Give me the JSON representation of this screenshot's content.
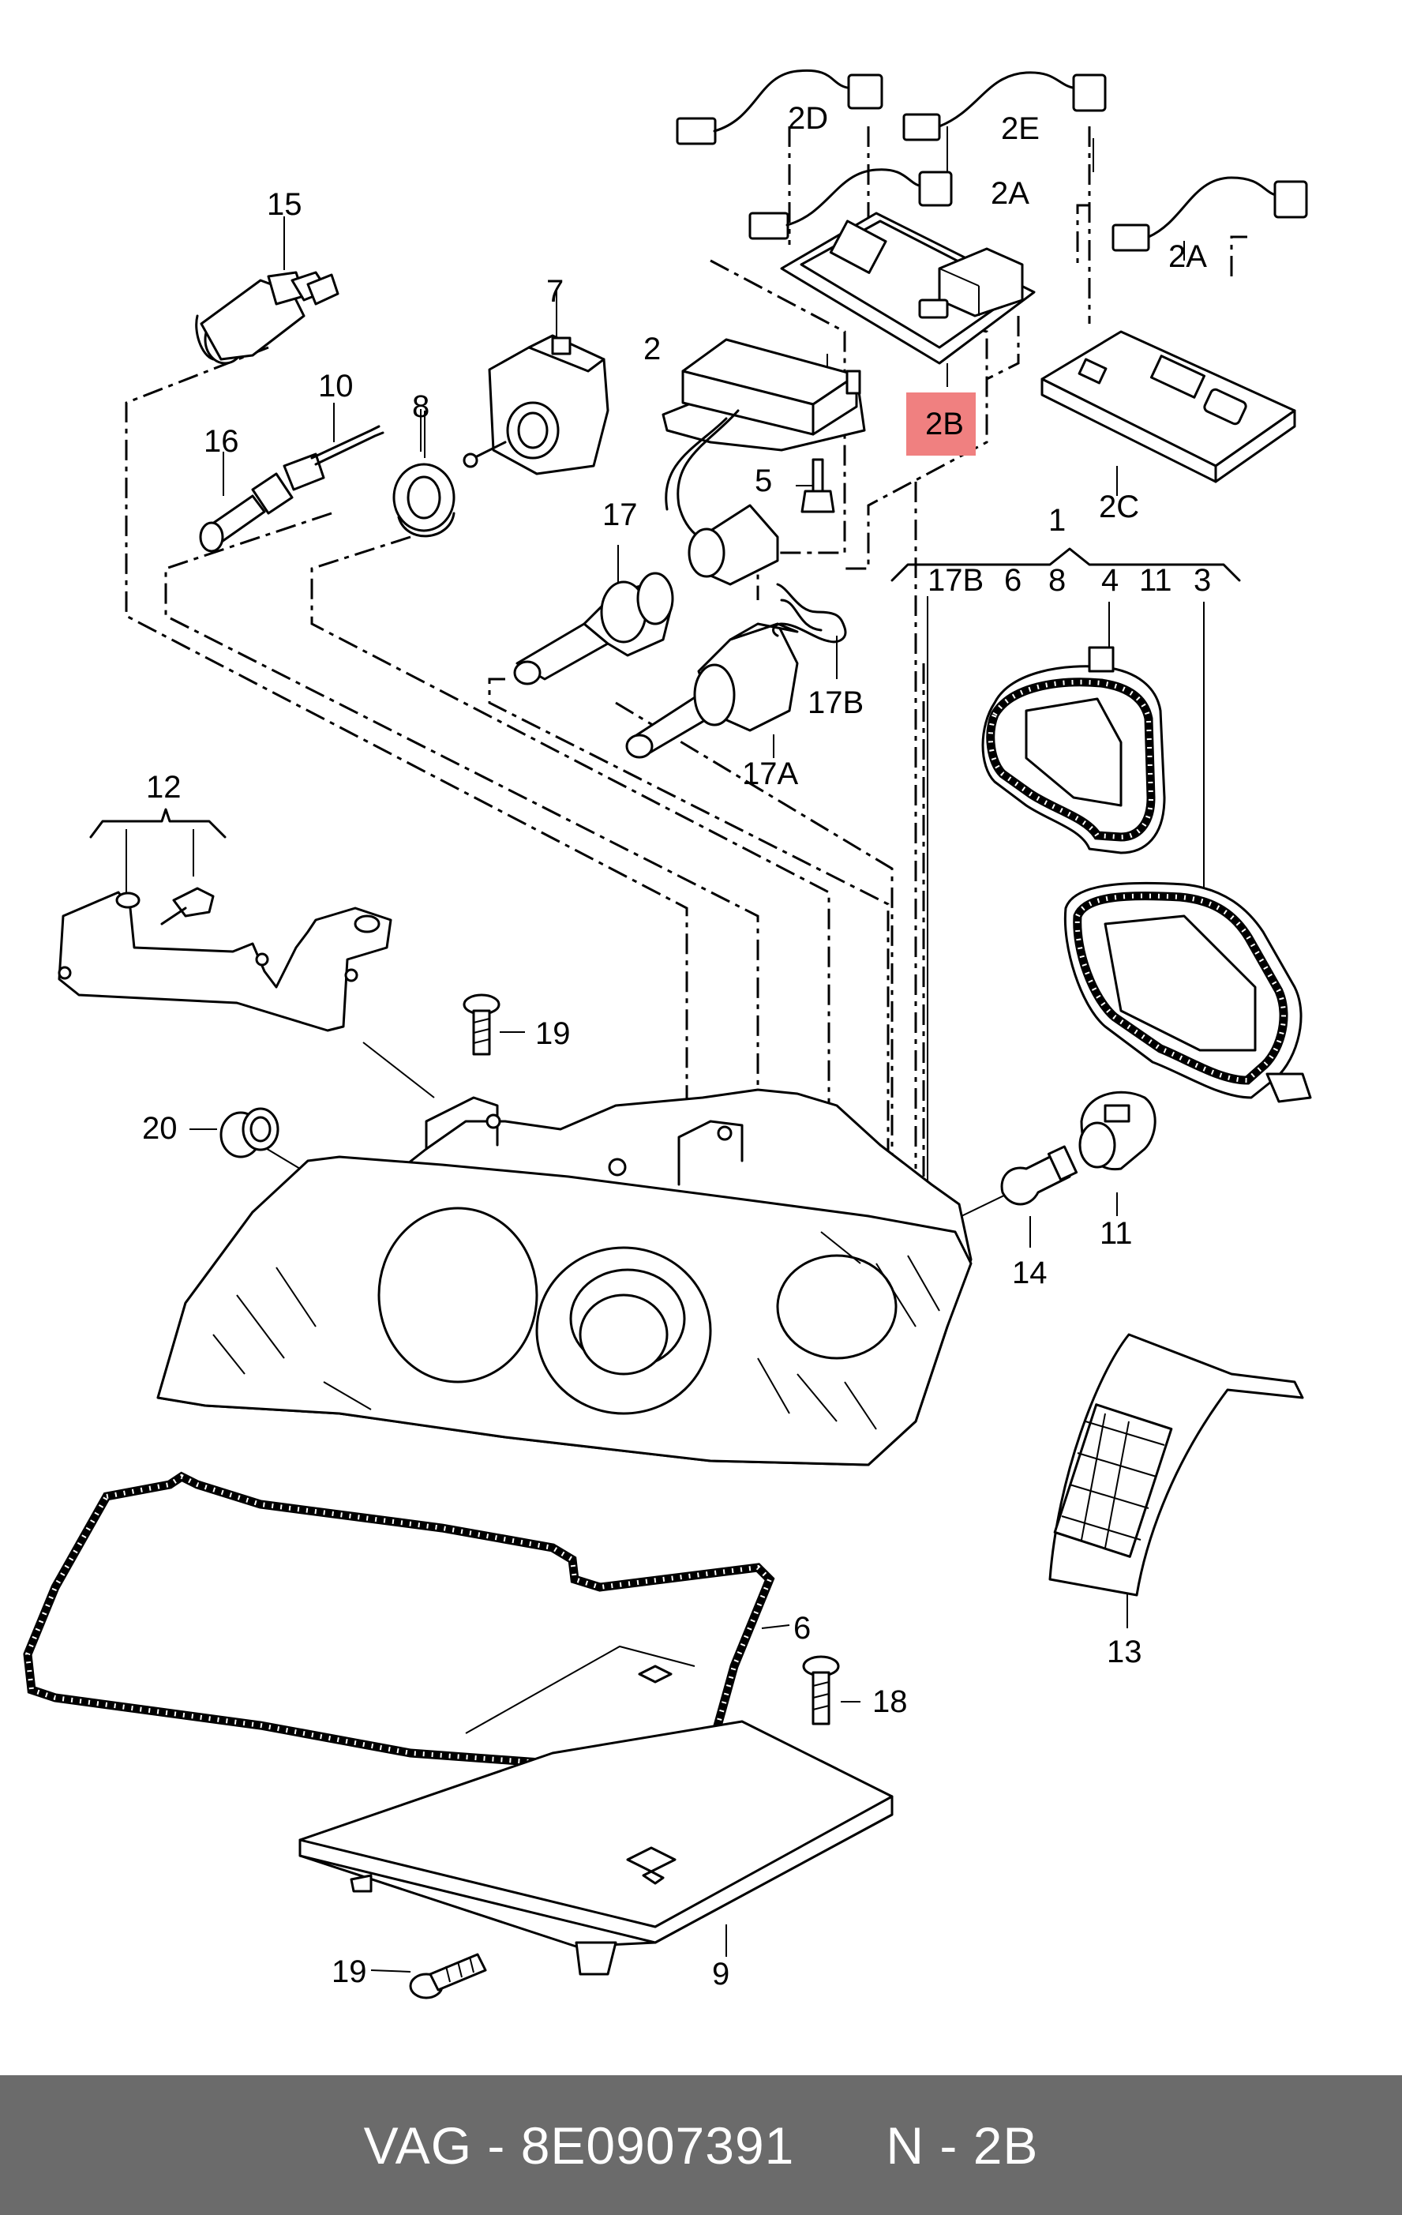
{
  "labels": {
    "l1": "1",
    "l2": "2",
    "l2A_top": "2A",
    "l2A_right": "2A",
    "l2B": "2B",
    "l2C": "2C",
    "l2D": "2D",
    "l2E": "2E",
    "l3": "3",
    "l4": "4",
    "l5": "5",
    "l6_top": "6",
    "l6": "6",
    "l7": "7",
    "l8_top": "8",
    "l8": "8",
    "l9": "9",
    "l10": "10",
    "l11_top": "11",
    "l11": "11",
    "l12": "12",
    "l13": "13",
    "l14": "14",
    "l15": "15",
    "l16": "16",
    "l17": "17",
    "l17A": "17A",
    "l17B_top": "17B",
    "l17B": "17B",
    "l18": "18",
    "l19_top": "19",
    "l19_bottom": "19",
    "l20": "20"
  },
  "highlight": {
    "label": "2B",
    "color": "#f08080"
  },
  "footer": {
    "text": "VAG - 8E0907391      N - 2B",
    "background": "#6b6b6b",
    "color": "#ffffff"
  }
}
